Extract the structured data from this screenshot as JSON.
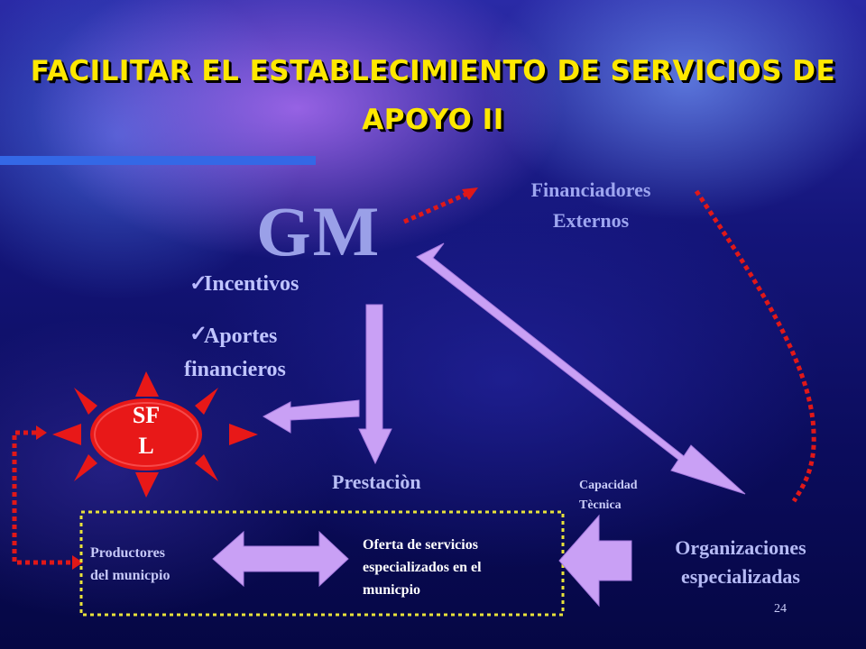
{
  "slide": {
    "title": "FACILITAR EL ESTABLECIMIENTO DE SERVICIOS DE APOYO II",
    "page_number": "24"
  },
  "nodes": {
    "gm": "GM",
    "financiadores_line1": "Financiadores",
    "financiadores_line2": "Externos",
    "incentivos": "Incentivos",
    "aportes_line1": "Aportes",
    "aportes_line2": "financieros",
    "sfl_line1": "SF",
    "sfl_line2": "L",
    "prestacion": "Prestaciòn",
    "capacidad_line1": "Capacidad",
    "capacidad_line2": "Tècnica",
    "organizaciones_line1": "Organizaciones",
    "organizaciones_line2": "especializadas",
    "productores_line1": "Productores",
    "productores_line2": "del municpio",
    "oferta_line1": "Oferta de servicios",
    "oferta_line2": "especializados en el",
    "oferta_line3": "municpio"
  },
  "colors": {
    "title": "#ffe800",
    "arrow_fill": "#c9a0f5",
    "dotted_red": "#e01818",
    "dotted_box": "#e8e23a",
    "sun_body": "#e81818",
    "title_bar": "#3468e6"
  },
  "icons": {
    "check": "check-icon"
  }
}
